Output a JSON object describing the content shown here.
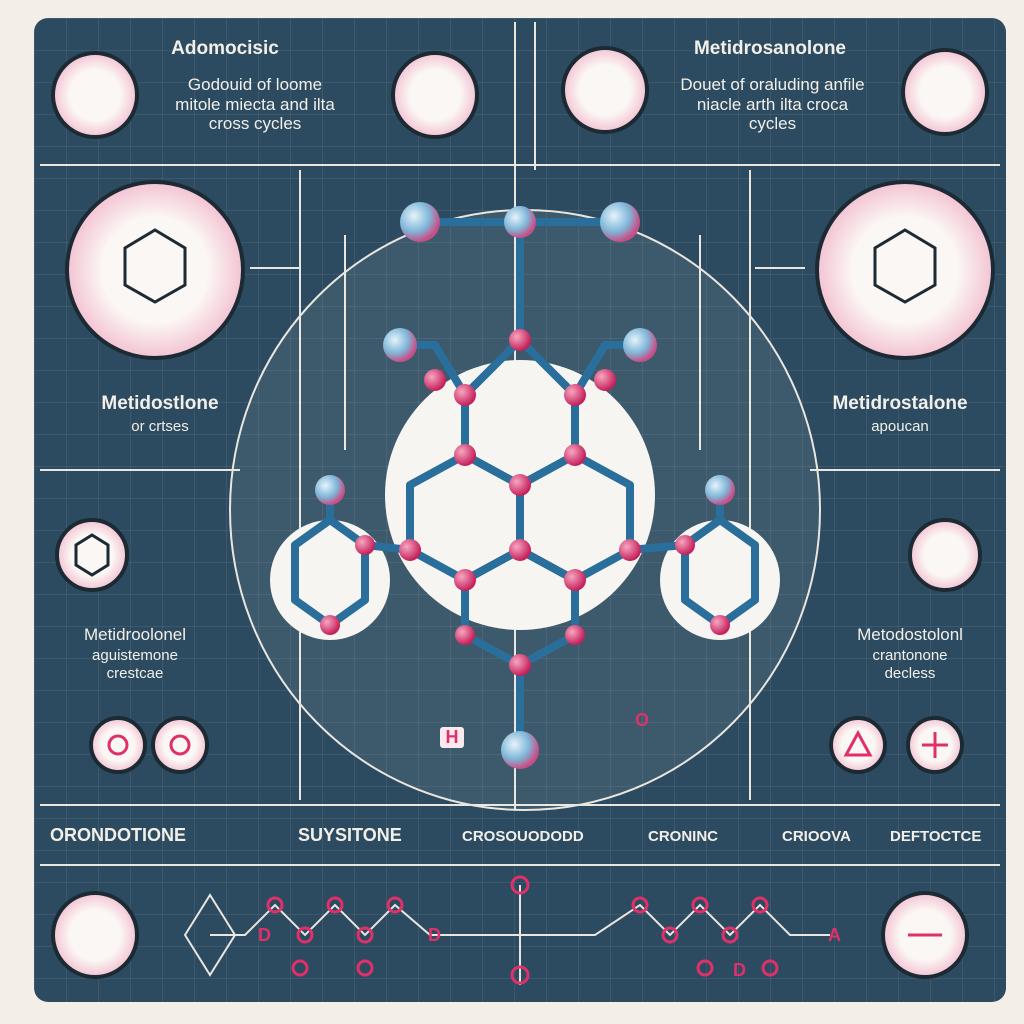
{
  "top_left": {
    "title": "Adomocisic",
    "description": "Godouid of loome mitole miecta and ilta cross cycles"
  },
  "top_right": {
    "title": "Metidrosanolone",
    "description": "Douet of oraluding anfile niacle arth ilta croca cycles"
  },
  "mid_left": {
    "title": "Metidostlone",
    "subtitle": "or crtses"
  },
  "mid_right": {
    "title": "Metidrostalone",
    "subtitle": "apoucan"
  },
  "lower_left": {
    "title": "Metidroolonel",
    "line2": "aguistemone",
    "line3": "crestcae"
  },
  "lower_right": {
    "title": "Metodostolonl",
    "line2": "crantonone",
    "line3": "decless"
  },
  "center_markers": {
    "left": "H",
    "right": "O"
  },
  "bottom_labels": [
    "ORONDOTIONE",
    "SUYSITONE",
    "CROSOUODODD",
    "CRONINC",
    "CRIOOVA",
    "DEFTOCTCE"
  ],
  "chain_letters": [
    "D",
    "D",
    "D",
    "A"
  ],
  "colors": {
    "background": "#2d4b60",
    "frame": "#f3efe6",
    "accent": "#e0306a",
    "atom_blue": "#3f8fc0"
  }
}
